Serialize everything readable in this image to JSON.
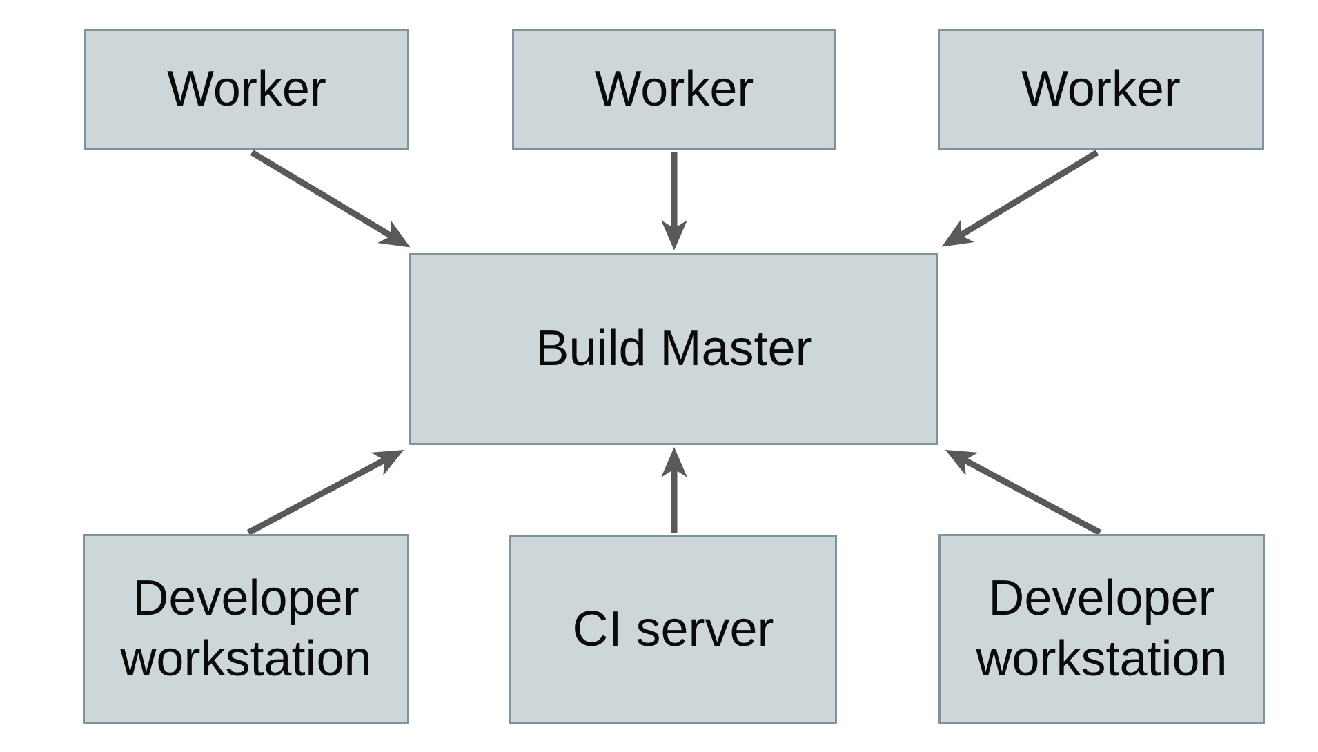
{
  "diagram": {
    "kind": "build-system-architecture",
    "nodes": [
      {
        "id": "worker-1",
        "label": "Worker"
      },
      {
        "id": "worker-2",
        "label": "Worker"
      },
      {
        "id": "worker-3",
        "label": "Worker"
      },
      {
        "id": "build-master",
        "label": "Build Master"
      },
      {
        "id": "dev-workstation-left",
        "label": "Developer workstation"
      },
      {
        "id": "ci-server",
        "label": "CI server"
      },
      {
        "id": "dev-workstation-right",
        "label": "Developer workstation"
      }
    ],
    "edges": [
      {
        "from": "worker-1",
        "to": "build-master"
      },
      {
        "from": "worker-2",
        "to": "build-master"
      },
      {
        "from": "worker-3",
        "to": "build-master"
      },
      {
        "from": "dev-workstation-left",
        "to": "build-master"
      },
      {
        "from": "ci-server",
        "to": "build-master"
      },
      {
        "from": "dev-workstation-right",
        "to": "build-master"
      }
    ],
    "colors": {
      "node_fill": "#cdd6d8",
      "node_border": "#7e939b",
      "arrow": "#595959",
      "text": "#0a0a0a",
      "background": "#ffffff"
    }
  }
}
